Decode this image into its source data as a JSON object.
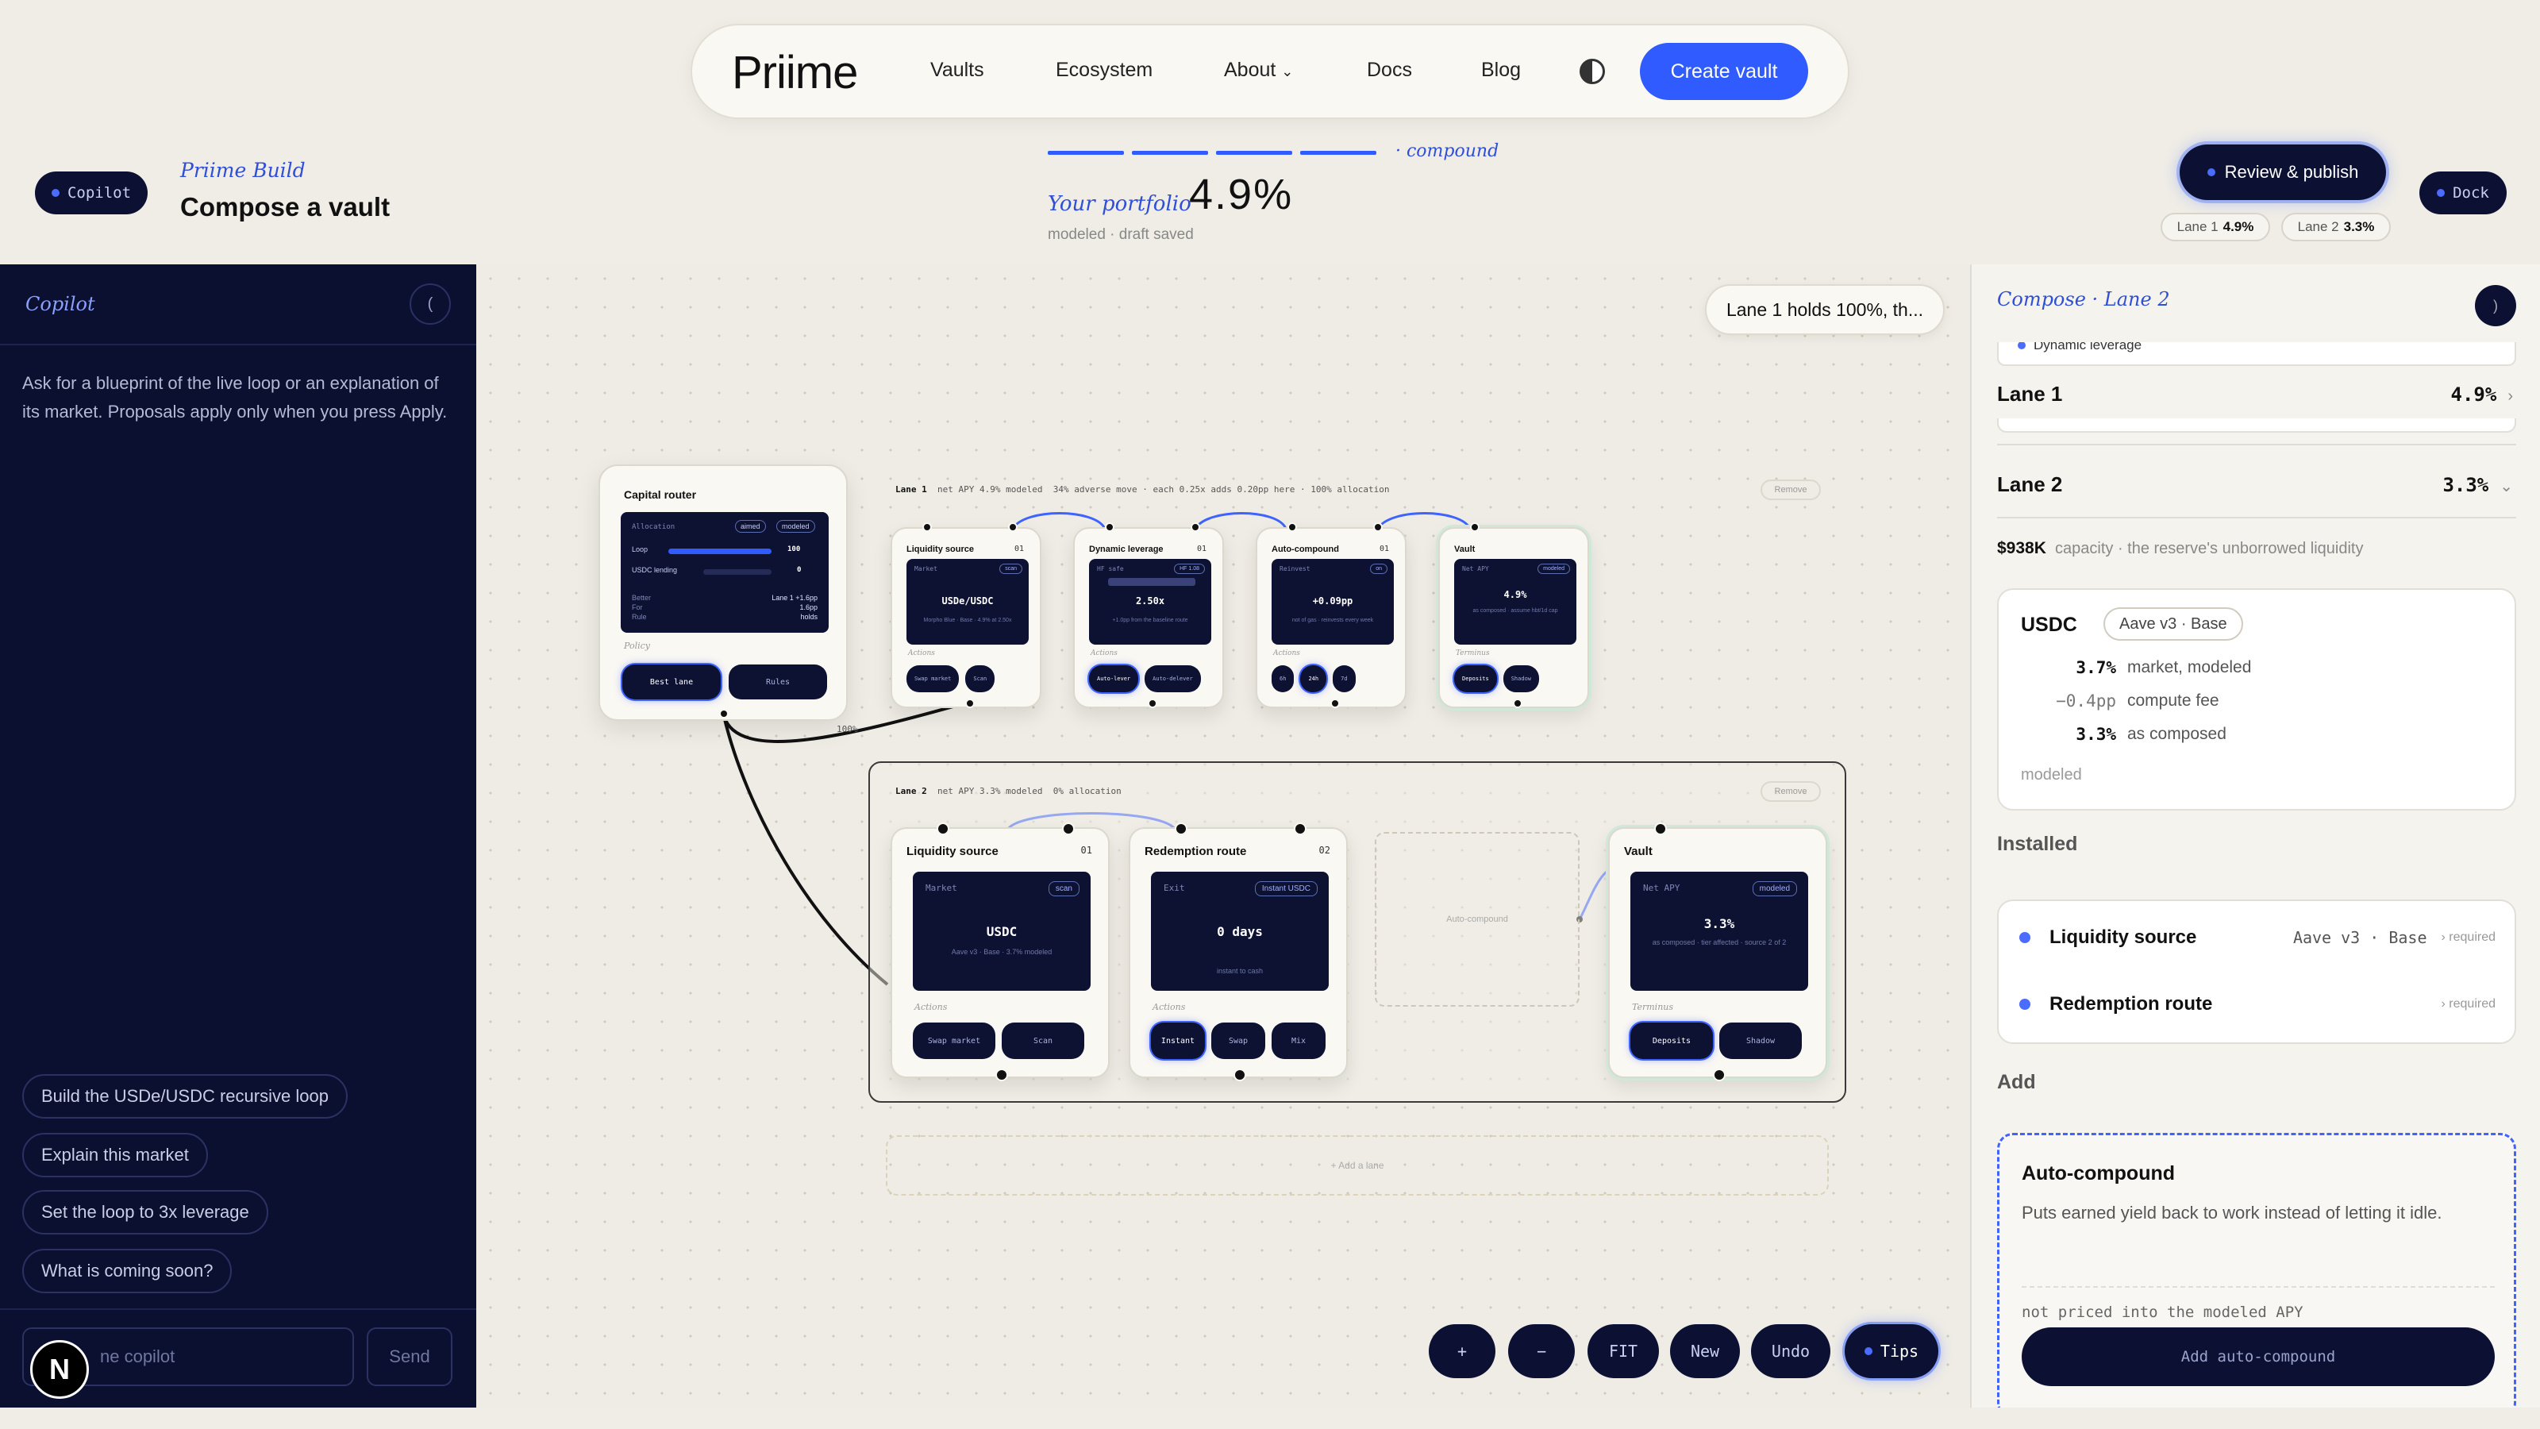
{
  "nav": {
    "logo": "Priime",
    "links": [
      "Vaults",
      "Ecosystem",
      "About",
      "Docs",
      "Blog"
    ],
    "create_vault": "Create vault"
  },
  "header": {
    "copilot_pill": "Copilot",
    "build_label": "Priime Build",
    "title": "Compose a vault",
    "compound_tag": "· compound",
    "portfolio_label": "Your portfolio",
    "portfolio_value": "4.9%",
    "draft_status": "modeled · draft saved",
    "review_publish": "Review & publish",
    "dock": "Dock",
    "lane_pills": [
      {
        "label": "Lane 1",
        "value": "4.9%"
      },
      {
        "label": "Lane 2",
        "value": "3.3%"
      }
    ]
  },
  "sidebar": {
    "title": "Copilot",
    "collapse": "(",
    "intro": "Ask for a blueprint of the live loop or an explanation of its market. Proposals apply only when you press Apply.",
    "suggestions": [
      "Build the USDe/USDC recursive loop",
      "Explain this market",
      "Set the loop to 3x leverage",
      "What is coming soon?"
    ],
    "input_placeholder": "ne copilot",
    "send": "Send",
    "avatar_letter": "N"
  },
  "canvas": {
    "tooltip": "Lane 1 holds 100%, th...",
    "router": {
      "title": "Capital router",
      "allocation_label": "Allocation",
      "badge_a": "aimed",
      "badge_b": "modeled",
      "loop_label": "Loop",
      "loop_value": "100",
      "usdc_label": "USDC lending",
      "usdc_value": "0",
      "better_label": "Better",
      "better_value": "Lane 1 +1.6pp",
      "for_label": "For",
      "for_value": "1.6pp",
      "rule_label": "Rule",
      "rule_value": "holds",
      "policy": "Policy",
      "best_lane": "Best lane",
      "rules": "Rules",
      "edge_label": "100%"
    },
    "lane1": {
      "label": "Lane 1",
      "apy": "net APY 4.9% modeled",
      "notes": "34% adverse move · each 0.25x adds 0.20pp here · 100% allocation",
      "remove": "Remove",
      "nodes": [
        {
          "title": "Liquidity source",
          "num": "01",
          "tag": "Market",
          "badge": "scan",
          "value": "USDe/USDC",
          "sub": "Morpho Blue · Base · 4.9% at 2.50x",
          "b1": "Swap market",
          "b2": "Scan"
        },
        {
          "title": "Dynamic leverage",
          "num": "01",
          "tag": "HF safe",
          "badge": "HF 1.08",
          "value": "2.50x",
          "sub": "+1.0pp from the baseline route",
          "b1": "Auto-lever",
          "b2": "Auto-delever"
        },
        {
          "title": "Auto-compound",
          "num": "01",
          "tag": "Reinvest",
          "badge": "on",
          "value": "+0.09pp",
          "sub": "not of gas · reinvests every week",
          "b1": "6h",
          "b2": "24h",
          "b3": "7d"
        },
        {
          "title": "Vault",
          "num": "",
          "tag": "Net APY",
          "badge": "modeled",
          "value": "4.9%",
          "sub": "as composed · assume hbt/1d cap",
          "b1": "Deposits",
          "b2": "Shadow"
        }
      ]
    },
    "lane2": {
      "label": "Lane 2",
      "apy": "net APY 3.3% modeled",
      "notes": "0% allocation",
      "remove": "Remove",
      "empty_slot": "Auto-compound",
      "nodes": [
        {
          "title": "Liquidity source",
          "num": "01",
          "tag": "Market",
          "badge": "scan",
          "value": "USDC",
          "sub": "Aave v3 · Base · 3.7% modeled",
          "actions": "Actions",
          "b1": "Swap market",
          "b2": "Scan"
        },
        {
          "title": "Redemption route",
          "num": "02",
          "tag": "Exit",
          "badge": "Instant USDC",
          "value": "0 days",
          "sub": "instant to cash",
          "actions": "Actions",
          "b1": "Instant",
          "b2": "Swap",
          "b3": "Mix"
        },
        {
          "title": "Vault",
          "num": "",
          "tag": "Net APY",
          "badge": "modeled",
          "value": "3.3%",
          "sub": "as composed · tier affected · source 2 of 2",
          "actions": "Terminus",
          "b1": "Deposits",
          "b2": "Shadow"
        }
      ]
    },
    "actions_label": "Actions",
    "terminus_label": "Terminus",
    "add_lane": "+ Add a lane",
    "controls": [
      "+",
      "−",
      "FIT",
      "New",
      "Undo",
      "Tips"
    ]
  },
  "panel": {
    "title": "Compose · Lane 2",
    "close": ")",
    "clipped_item": "Dynamic leverage",
    "lane1": {
      "name": "Lane 1",
      "value": "4.9%"
    },
    "lane2": {
      "name": "Lane 2",
      "value": "3.3%"
    },
    "capacity_value": "$938K",
    "capacity_text": "capacity · the reserve's unborrowed liquidity",
    "usdc_card": {
      "asset": "USDC",
      "source": "Aave v3 · Base",
      "rows": [
        {
          "num": "3.7%",
          "text": "market, modeled"
        },
        {
          "num": "−0.4pp",
          "text": "compute fee"
        },
        {
          "num": "3.3%",
          "text": "as composed"
        }
      ],
      "foot": "modeled"
    },
    "installed_label": "Installed",
    "installed": [
      {
        "name": "Liquidity source",
        "source": "Aave v3 · Base",
        "req": "required"
      },
      {
        "name": "Redemption route",
        "source": "",
        "req": "required"
      }
    ],
    "add_label": "Add",
    "auto": {
      "title": "Auto-compound",
      "desc": "Puts earned yield back to work instead of letting it idle.",
      "note": "not priced into the modeled APY",
      "button": "Add auto-compound"
    }
  },
  "colors": {
    "accent": "#2f5bff",
    "dark": "#0c1133",
    "bg": "#f0ede6"
  }
}
